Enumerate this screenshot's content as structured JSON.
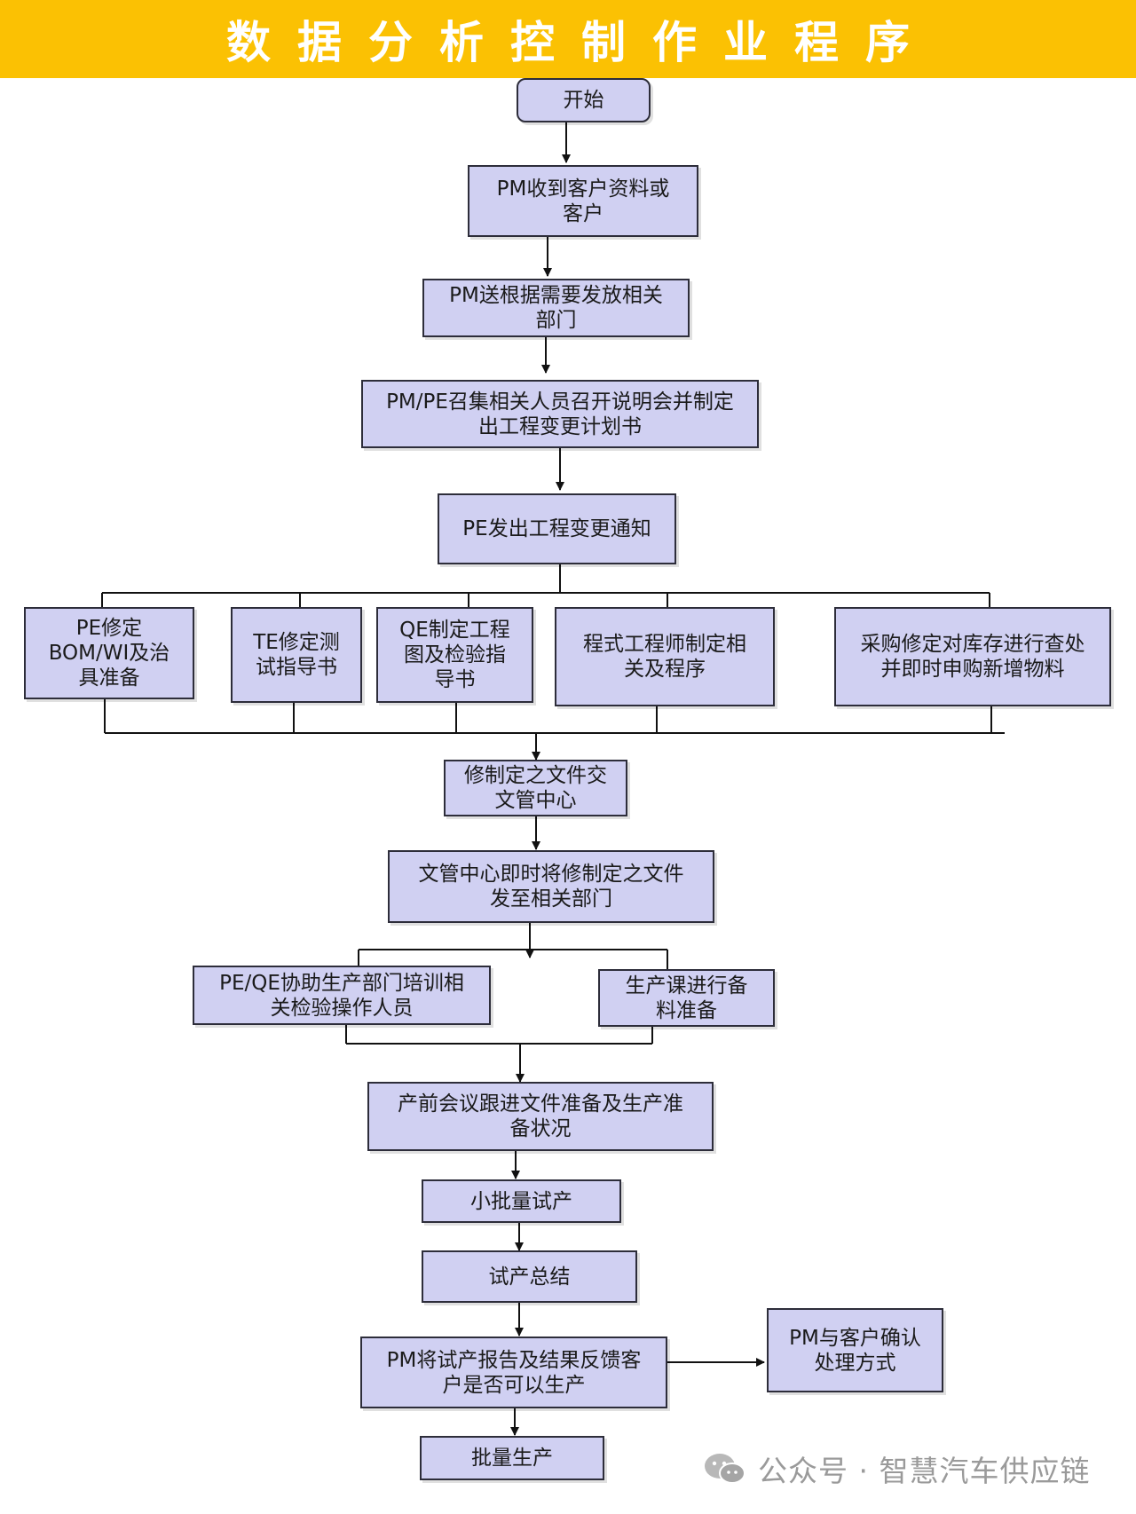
{
  "header": {
    "title": "数据分析控制作业程序"
  },
  "nodes": {
    "start": "开始",
    "pm_receive": "PM收到客户资料或\n客户",
    "pm_send": "PM送根据需要发放相关\n部门",
    "pm_pe_meeting": "PM/PE召集相关人员召开说明会并制定\n出工程变更计划书",
    "pe_notice": "PE发出工程变更通知",
    "pe_revise": "PE修定\nBOM/WI及治\n具准备",
    "te_revise": "TE修定测\n试指导书",
    "qe_drawing": "QE制定工程\n图及检验指\n导书",
    "program_engineer": "程式工程师制定相\n关及程序",
    "purchase": "采购修定对库存进行查处\n并即时申购新增物料",
    "doc_submit": "修制定之文件交\n文管中心",
    "doc_center_send": "文管中心即时将修制定之文件\n发至相关部门",
    "pe_qe_training": "PE/QE协助生产部门培训相\n关检验操作人员",
    "production_prep": "生产课进行备\n料准备",
    "preprod_meeting": "产前会议跟进文件准备及生产准\n备状况",
    "small_batch": "小批量试产",
    "trial_summary": "试产总结",
    "pm_feedback": "PM将试产报告及结果反馈客\n户是否可以生产",
    "pm_confirm": "PM与客户确认\n处理方式",
    "mass_production": "批量生产"
  },
  "watermark": {
    "text": "公众号 · 智慧汽车供应链"
  },
  "colors": {
    "banner": "#fbc103",
    "box_fill": "#d0d0f2",
    "box_border": "#2d2d3a",
    "line": "#111111"
  }
}
